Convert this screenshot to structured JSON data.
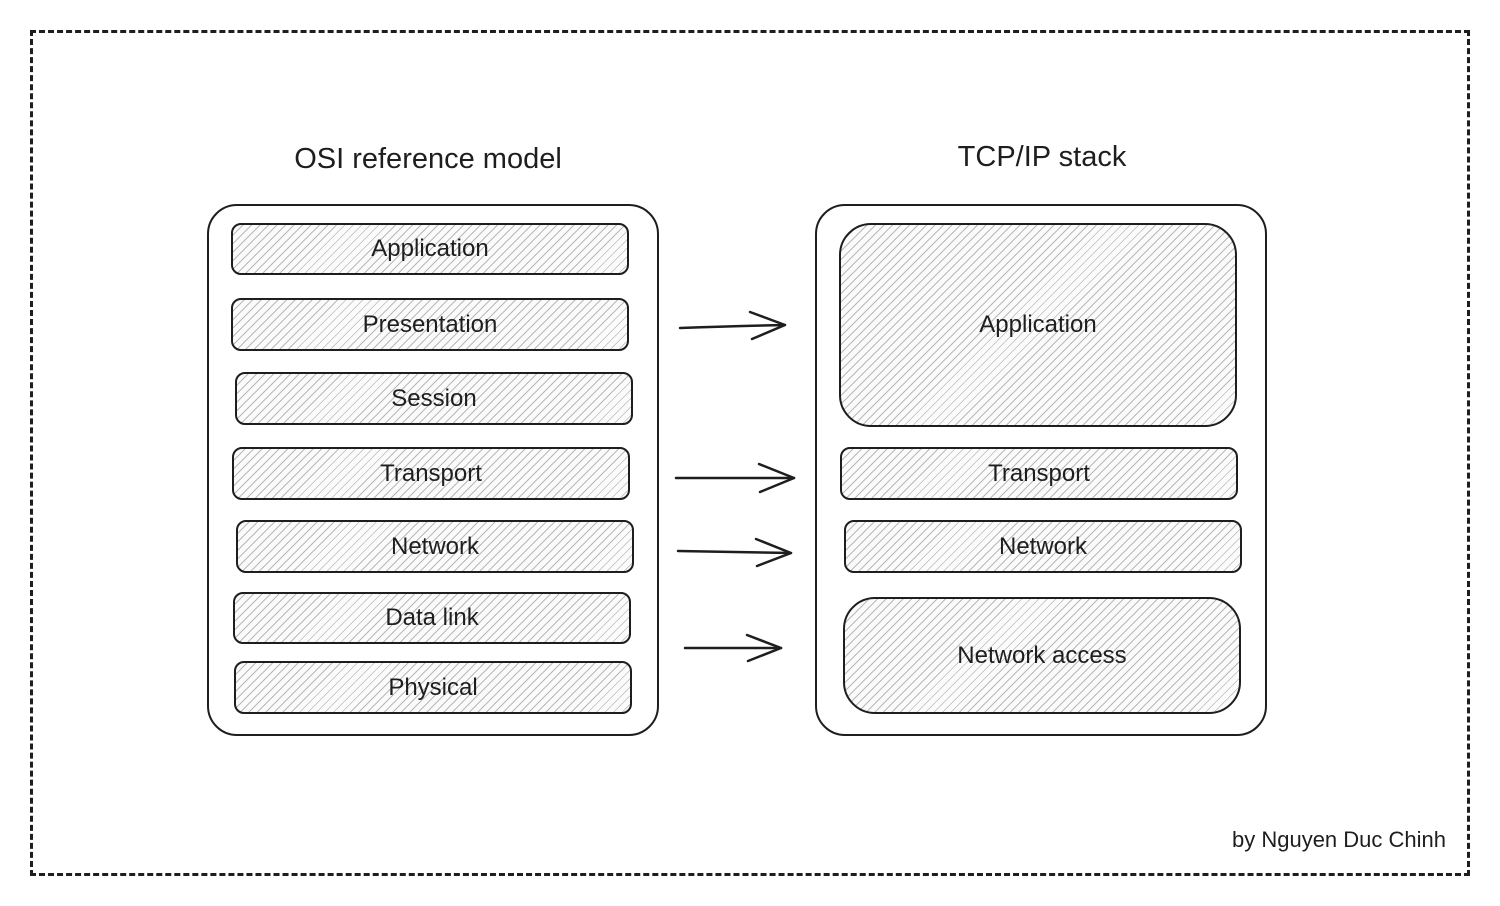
{
  "osi": {
    "title": "OSI reference model",
    "layers": [
      "Application",
      "Presentation",
      "Session",
      "Transport",
      "Network",
      "Data link",
      "Physical"
    ]
  },
  "tcpip": {
    "title": "TCP/IP stack",
    "layers": [
      "Application",
      "Transport",
      "Network",
      "Network access"
    ]
  },
  "credit": "by Nguyen Duc Chinh",
  "colors": {
    "stroke": "#1e1e1e",
    "hatch": "#b9b9b9",
    "background": "#ffffff"
  }
}
